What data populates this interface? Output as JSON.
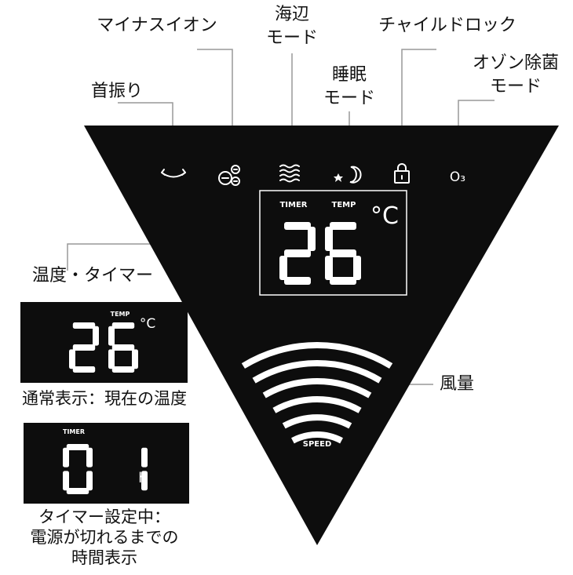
{
  "labels": {
    "swing": "首振り",
    "negative_ion": "マイナスイオン",
    "seaside_line1": "海辺",
    "seaside_line2": "モード",
    "sleep_line1": "睡眠",
    "sleep_line2": "モード",
    "child_lock": "チャイルドロック",
    "ozone_line1": "オゾン除菌",
    "ozone_line2": "モード",
    "temp_timer": "温度・タイマー",
    "wind": "風量"
  },
  "display": {
    "timer_tag": "TIMER",
    "temp_tag": "TEMP",
    "degree": "°C",
    "digits": "26",
    "ozone_icon_text": "O₃",
    "speed_label": "SPEED"
  },
  "example_normal": {
    "tag": "TEMP",
    "unit": "°C",
    "digits": "26",
    "caption": "通常表示：現在の温度"
  },
  "example_timer": {
    "tag": "TIMER",
    "digits": "01",
    "unit": "h",
    "caption_line1": "タイマー設定中：",
    "caption_line2": "電源が切れるまでの",
    "caption_line3": "時間表示"
  },
  "colors": {
    "panel": "#0d0d0d",
    "segment": "#ffffff",
    "leader": "#999999"
  }
}
